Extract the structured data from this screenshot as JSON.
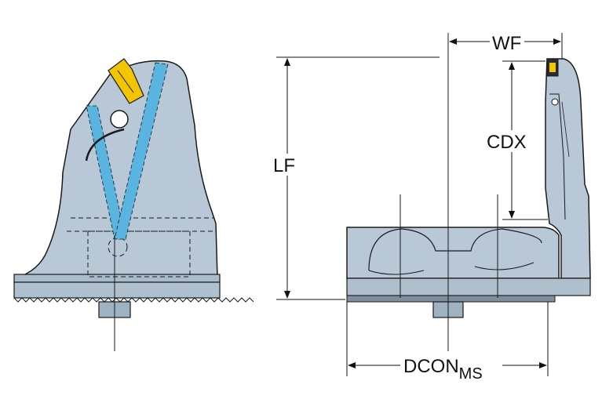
{
  "colors": {
    "body_fill": "#b8c8d6",
    "body_dark": "#9fb2c2",
    "outline": "#1a1a1a",
    "coolant_channel": "#5ab4e0",
    "insert_yellow": "#f2c500",
    "background": "#ffffff"
  },
  "labels": {
    "wf": "WF",
    "cdx": "CDX",
    "lf": "LF",
    "dcon_main": "DCON",
    "dcon_sub": "MS"
  },
  "icons": {
    "insert": "insert-yellow-icon",
    "coolant": "coolant-channel-icon"
  }
}
